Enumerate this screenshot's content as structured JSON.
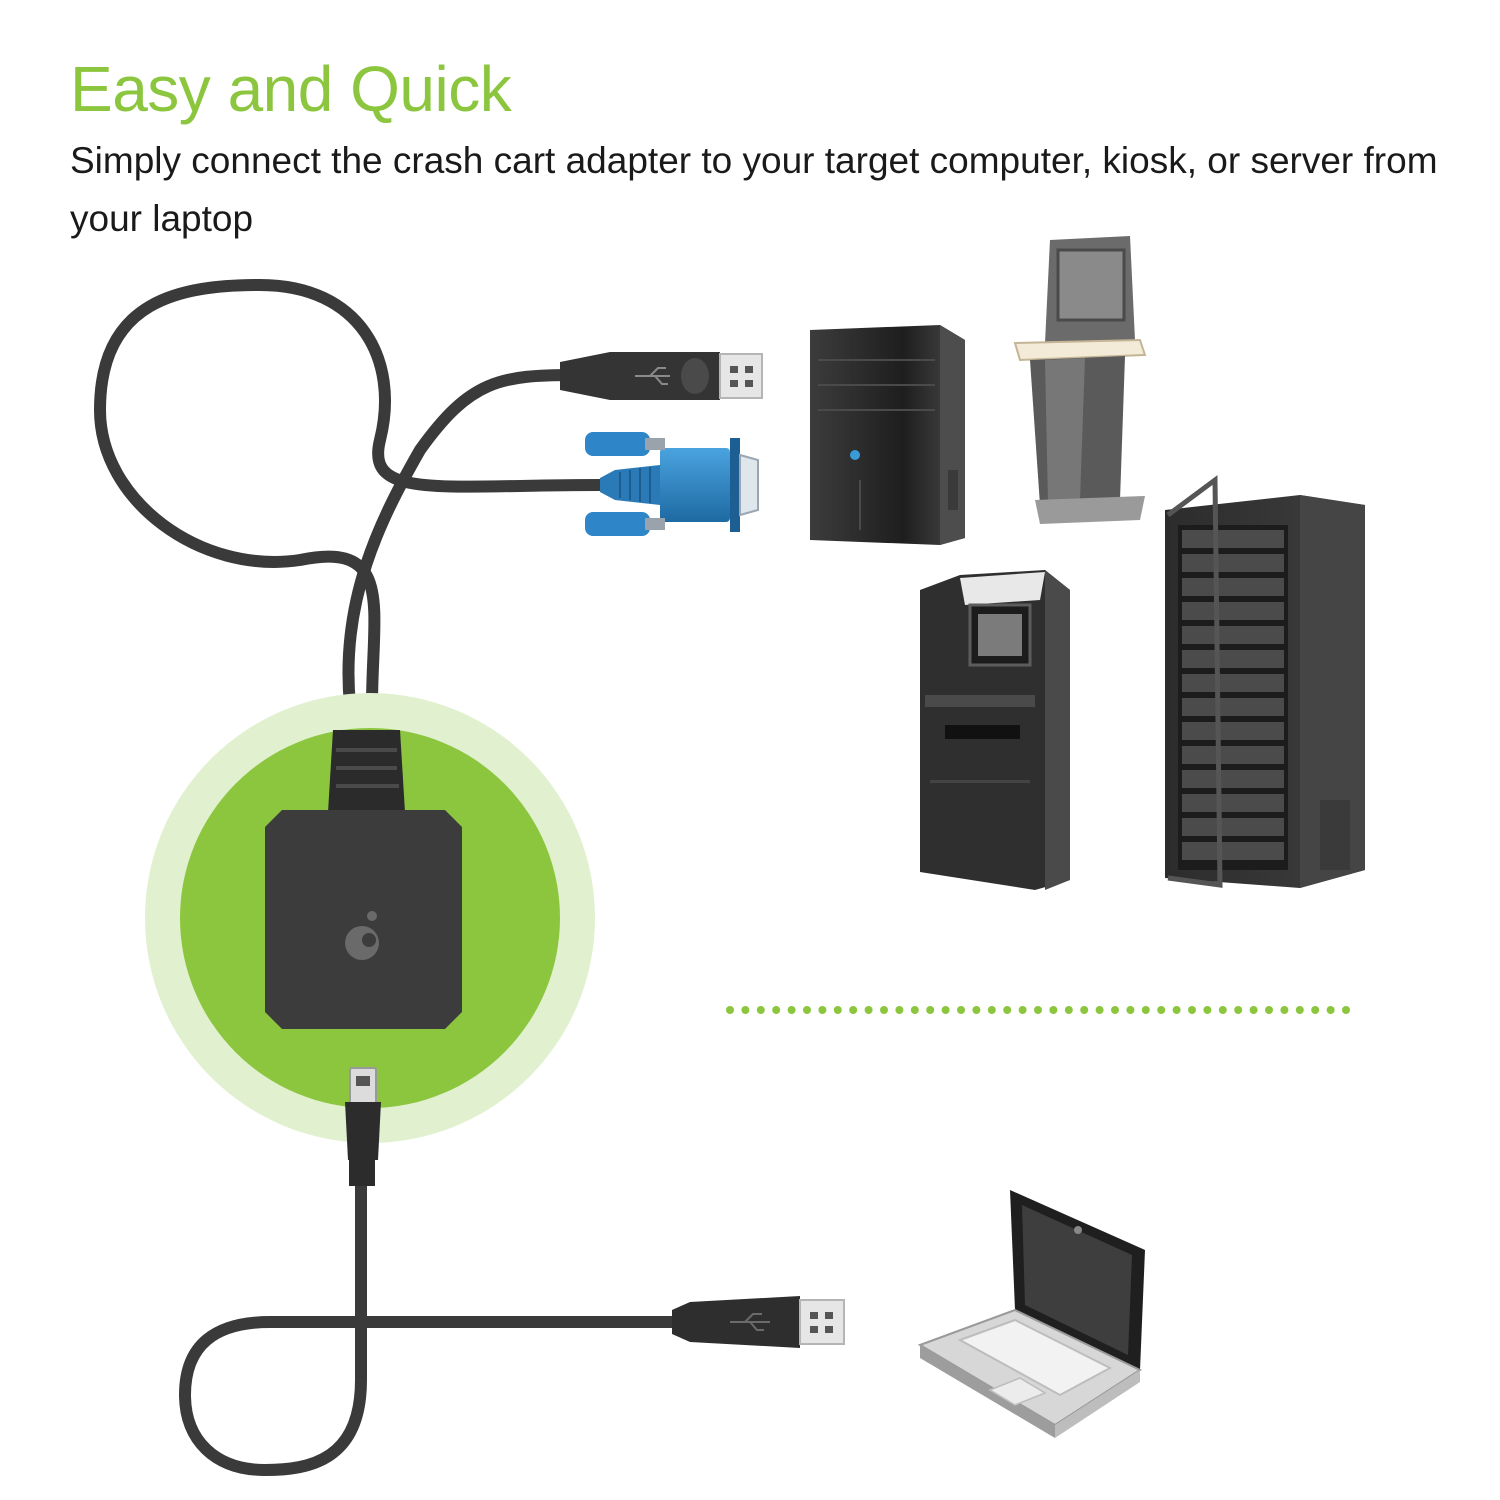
{
  "header": {
    "title": "Easy and Quick",
    "subtitle": "Simply connect the crash cart adapter to your target computer, kiosk, or server from your laptop"
  },
  "devices": {
    "adapter": "crash-cart-adapter",
    "usb_connector": "usb-a-connector",
    "vga_connector": "vga-connector",
    "mini_usb_connector": "mini-usb-connector",
    "targets": [
      "tower-computer",
      "kiosk",
      "atm",
      "server-rack"
    ],
    "host": "laptop"
  },
  "colors": {
    "accent_green": "#8cc63f",
    "halo_green": "#e1f0cf",
    "cable_dark": "#3a3a3a",
    "vga_blue": "#2a7ab8",
    "device_dark": "#2f2f2f"
  }
}
